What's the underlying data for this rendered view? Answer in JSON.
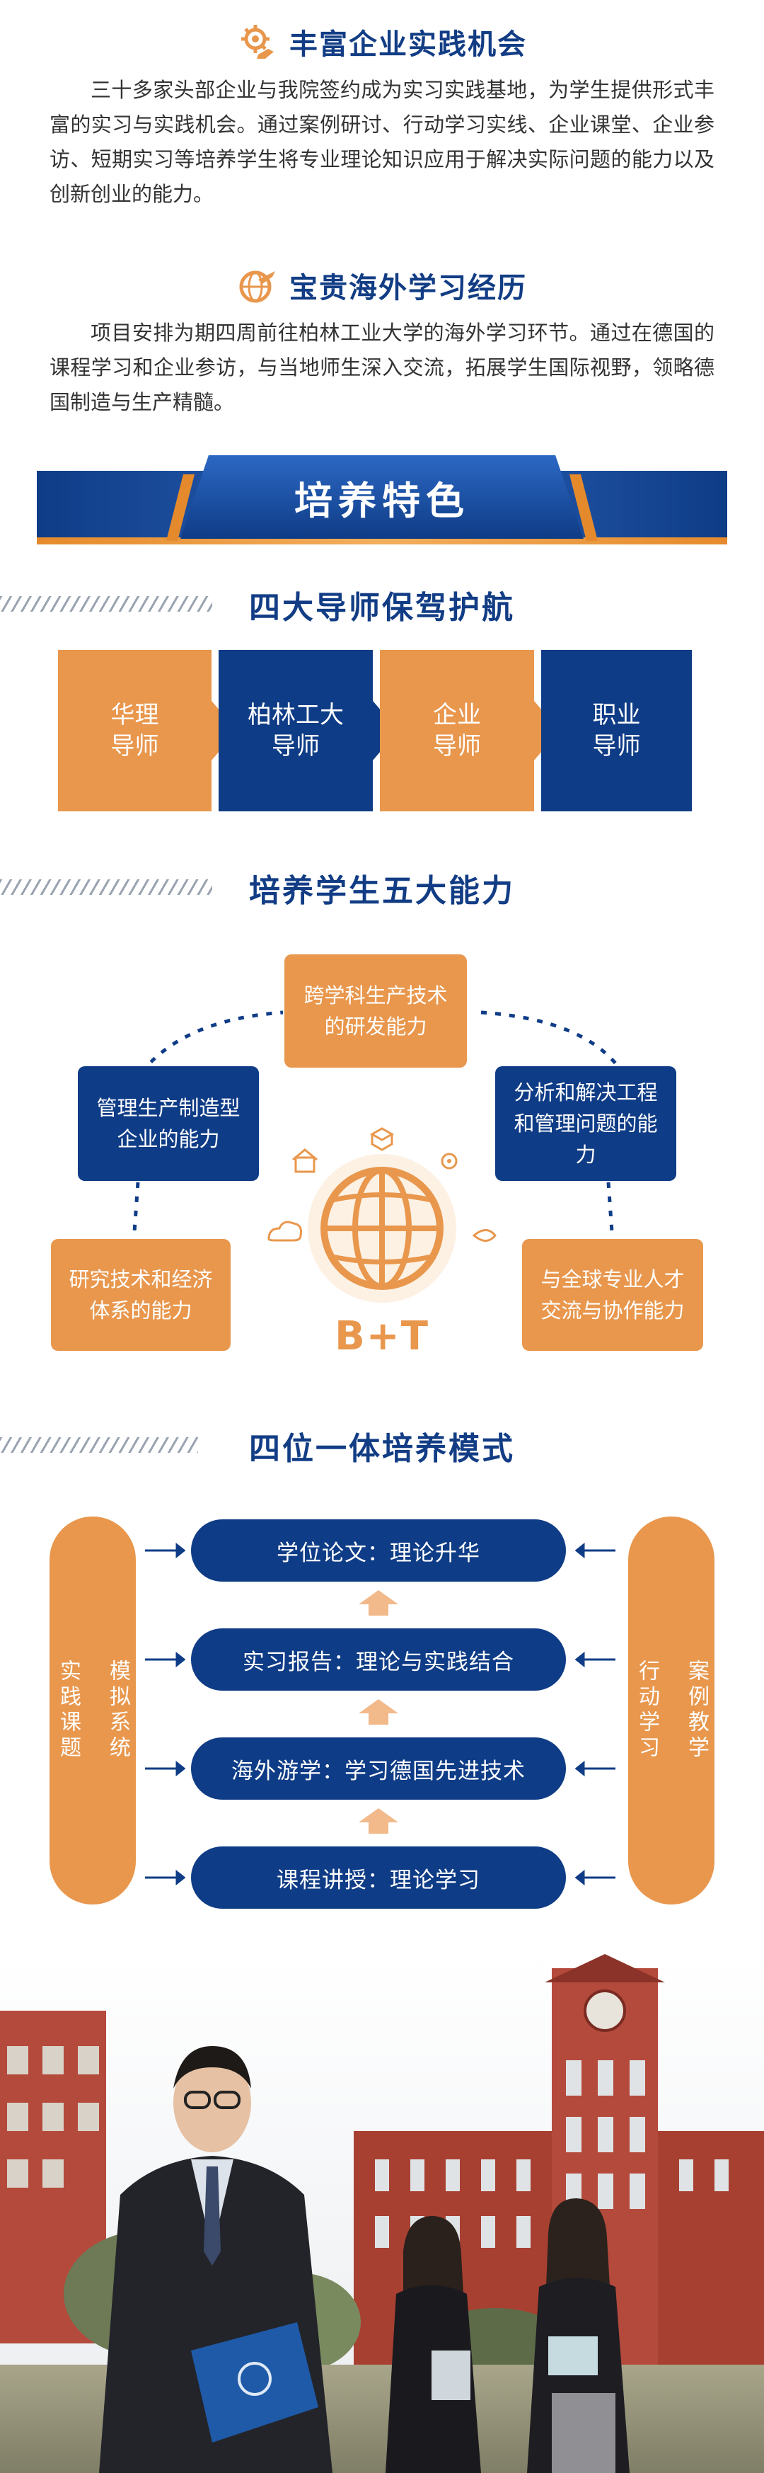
{
  "features": [
    {
      "title": "丰富企业实践机会",
      "icon": "gear-hand-icon",
      "body": "三十多家头部企业与我院签约成为实习实践基地，为学生提供形式丰富的实习与实践机会。通过案例研讨、行动学习实线、企业课堂、企业参访、短期实习等培养学生将专业理论知识应用于解决实际问题的能力以及创新创业的能力。"
    },
    {
      "title": "宝贵海外学习经历",
      "icon": "globe-plane-icon",
      "body": "项目安排为期四周前往柏林工业大学的海外学习环节。通过在德国的课程学习和企业参访，与当地师生深入交流，拓展学生国际视野，领略德国制造与生产精髓。"
    }
  ],
  "banner": {
    "title": "培养特色"
  },
  "mentors": {
    "heading": "四大导师保驾护航",
    "items": [
      {
        "line1": "华理",
        "line2": "导师"
      },
      {
        "line1": "柏林工大",
        "line2": "导师"
      },
      {
        "line1": "企业",
        "line2": "导师"
      },
      {
        "line1": "职业",
        "line2": "导师"
      }
    ]
  },
  "abilities": {
    "heading": "培养学生五大能力",
    "items": [
      "跨学科生产技术的研发能力",
      "分析和解决工程和管理问题的能力",
      "与全球专业人才交流与协作能力",
      "研究技术和经济体系的能力",
      "管理生产制造型企业的能力"
    ],
    "center_label": "B+T"
  },
  "model": {
    "heading": "四位一体培养模式",
    "left_col1": "实践课题",
    "left_col2": "模拟系统",
    "right_col1": "行动学习",
    "right_col2": "案例教学",
    "levels": [
      "学位论文：理论升华",
      "实习报告：理论与实践结合",
      "海外游学：学习德国先进技术",
      "课程讲授：理论学习"
    ]
  },
  "colors": {
    "navy": "#0f3c86",
    "orange": "#e8974d"
  }
}
